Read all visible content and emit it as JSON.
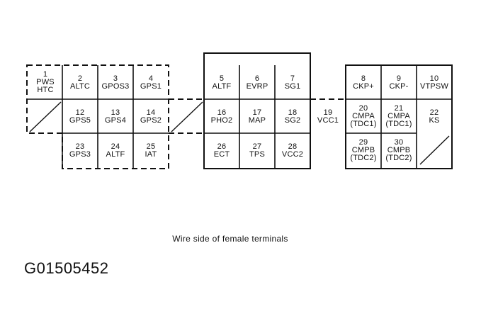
{
  "connector": {
    "pins": [
      {
        "id": "pin-1",
        "num": "1",
        "signal": "PWS",
        "sub": "HTC"
      },
      {
        "id": "pin-2",
        "num": "2",
        "signal": "ALTC",
        "sub": ""
      },
      {
        "id": "pin-3",
        "num": "3",
        "signal": "GPOS3",
        "sub": ""
      },
      {
        "id": "pin-4",
        "num": "4",
        "signal": "GPS1",
        "sub": ""
      },
      {
        "id": "pin-5",
        "num": "5",
        "signal": "ALTF",
        "sub": ""
      },
      {
        "id": "pin-6",
        "num": "6",
        "signal": "EVRP",
        "sub": ""
      },
      {
        "id": "pin-7",
        "num": "7",
        "signal": "SG1",
        "sub": ""
      },
      {
        "id": "pin-8",
        "num": "8",
        "signal": "CKP+",
        "sub": ""
      },
      {
        "id": "pin-9",
        "num": "9",
        "signal": "CKP-",
        "sub": ""
      },
      {
        "id": "pin-10",
        "num": "10",
        "signal": "VTPSW",
        "sub": ""
      },
      {
        "id": "pin-12",
        "num": "12",
        "signal": "GPS5",
        "sub": ""
      },
      {
        "id": "pin-13",
        "num": "13",
        "signal": "GPS4",
        "sub": ""
      },
      {
        "id": "pin-14",
        "num": "14",
        "signal": "GPS2",
        "sub": ""
      },
      {
        "id": "pin-16",
        "num": "16",
        "signal": "PHO2",
        "sub": ""
      },
      {
        "id": "pin-17",
        "num": "17",
        "signal": "MAP",
        "sub": ""
      },
      {
        "id": "pin-18",
        "num": "18",
        "signal": "SG2",
        "sub": ""
      },
      {
        "id": "pin-19",
        "num": "19",
        "signal": "VCC1",
        "sub": ""
      },
      {
        "id": "pin-20",
        "num": "20",
        "signal": "CMPA",
        "sub": "(TDC1)"
      },
      {
        "id": "pin-21",
        "num": "21",
        "signal": "CMPA",
        "sub": "(TDC1)"
      },
      {
        "id": "pin-22",
        "num": "22",
        "signal": "KS",
        "sub": ""
      },
      {
        "id": "pin-23",
        "num": "23",
        "signal": "GPS3",
        "sub": ""
      },
      {
        "id": "pin-24",
        "num": "24",
        "signal": "ALTF",
        "sub": ""
      },
      {
        "id": "pin-25",
        "num": "25",
        "signal": "IAT",
        "sub": ""
      },
      {
        "id": "pin-26",
        "num": "26",
        "signal": "ECT",
        "sub": ""
      },
      {
        "id": "pin-27",
        "num": "27",
        "signal": "TPS",
        "sub": ""
      },
      {
        "id": "pin-28",
        "num": "28",
        "signal": "VCC2",
        "sub": ""
      },
      {
        "id": "pin-29",
        "num": "29",
        "signal": "CMPB",
        "sub": "(TDC2)"
      },
      {
        "id": "pin-30",
        "num": "30",
        "signal": "CMPB",
        "sub": "(TDC2)"
      }
    ]
  },
  "caption": "Wire side of female terminals",
  "figure_id": "G01505452"
}
